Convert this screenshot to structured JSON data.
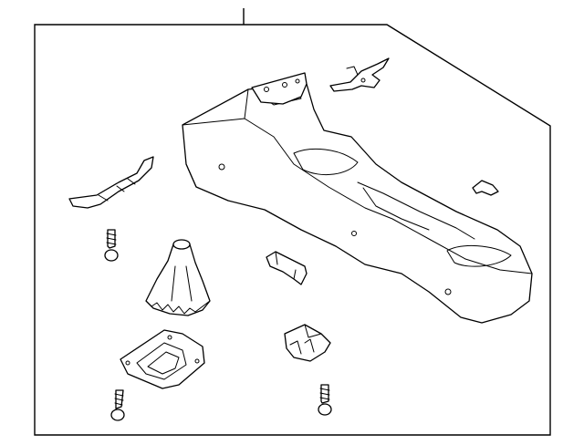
{
  "diagram": {
    "kind": "exploded-parts-diagram",
    "parts": [
      "console-body",
      "top-bracket",
      "right-clip",
      "left-bracket",
      "shift-boot",
      "boot-retainer-plate",
      "center-clip",
      "lower-bracket",
      "screw"
    ],
    "screw_count": 3
  },
  "colors": {
    "line": "#000000",
    "fill": "#ffffff",
    "background": "#ffffff"
  }
}
